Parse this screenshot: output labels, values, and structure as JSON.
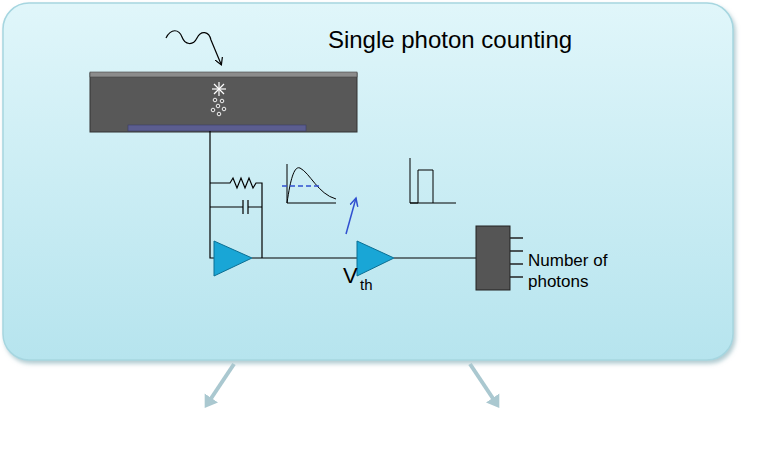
{
  "diagram": {
    "nodes": [
      {
        "text": [
          "Single photon counting"
        ]
      }
    ],
    "labels": [
      "V",
      "th",
      "Number of photons"
    ]
  }
}
